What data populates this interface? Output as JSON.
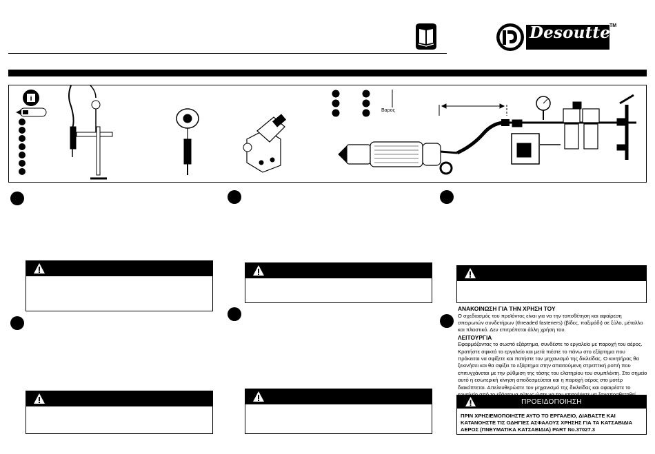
{
  "brand": {
    "name": "Desoutter",
    "trademark": "TM"
  },
  "icons": {
    "manual": "instruction-manual-icon",
    "logo": "desoutter-logo-icon",
    "warning": "warning-triangle-icon",
    "info": "info-book-icon"
  },
  "figure": {
    "mass_label": "Βαρος"
  },
  "greek_text": {
    "notice_heading": "ΑΝΑΚΟΙΝΩΣΗ ΓΙΑ ΤΗΝ ΧΡΗΣΗ ΤΟΥ",
    "notice_body": "Ο σχεδιασμός του προϊόντος είναι για να την τοποθέτηση και αφαίρεση σπειρωτών συνδετήρων (threaded fasteners) (βίδες, παξιμάδι) σε ξύλο, μέταλλο και πλαστικό. Δεν επιτρέπεται άλλη χρήση του.",
    "operation_heading": "ΛΕΙΤΟΥΡΓΙΑ",
    "operation_body": "Εφαρμόζοντας το σωστό εξάρτημα, συνδέστε το εργαλείο με παροχή του αέρος. Κρατήστε σφικτά το εργαλείο και μετά πιέστε το πάνω στο εξάρτημα που πρόκειται να σφίξετε και πατήστε τον μηχανισμό της δικλείδας. Ο κινητήρας θα ξεκινήσει και θα σφίξει το εξάρτημα στην απαιτούμενη στρεπτική ροπή που επιτυγχάνεται με την ρύθμιση της τάσης του ελατηρίου του συμπλέκτη. Στο σημείο αυτό η εσωτερική κίνηση αποδεσμεύεται και η παροχή αέρος στο μοτέρ διακόπτεται. Απελευθερώστε τον μηχανισμό της δικλείδας και αφαιρέστε το εργαλείο από το εξάρτημα ούτως ώστε να του επιτρέψετε να ξαναποσθετηθεί."
  },
  "warning": {
    "title": "ΠΡΟΕΙΔΟΠΟΙΗΣΗ",
    "body": "ΠΡΙΝ ΧΡΗΣΙΕΜΟΠΟΙΗΣΤΕ ΑΥΤΟ ΤΟ ΕΡΓΑΛΕΙΟ, ΔΙΑΒΑΣΤΕ ΚΑΙ ΚΑΤΑΝΟΗΣΤΕ ΤΙΣ ΟΔΗΓΙΕΣ ΑΣΦΑΛΟΥΣ ΧΡΗΣΗΣ ΓΙΑ ΤΑ ΚΑΤΣΑΒΙΔΙΑ ΑΕΡΟΣ (ΠΝΕΥΜΑΤΙΚΑ ΚΑΤΣΑΒΙΔΙΑ) PART No.37027.3"
  }
}
